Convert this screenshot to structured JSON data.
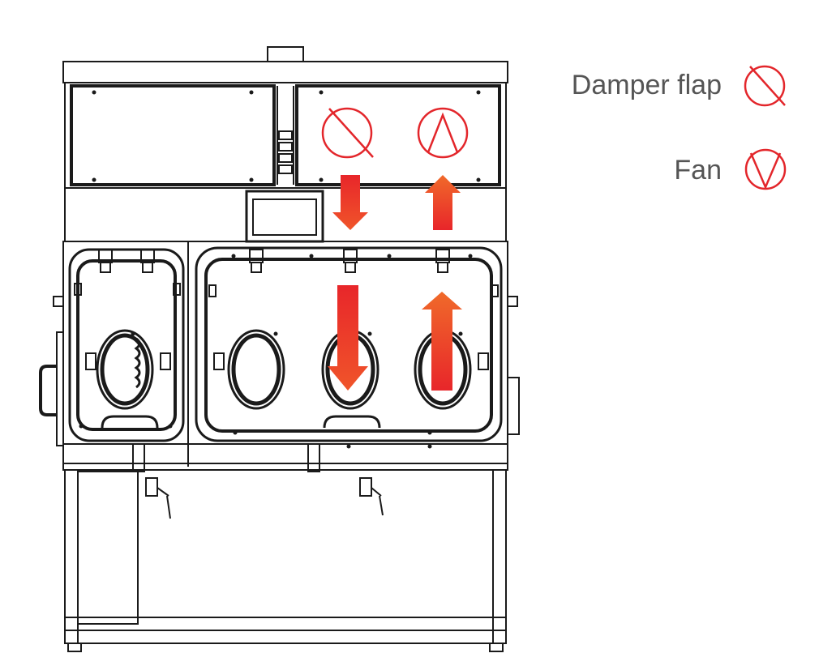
{
  "legend": {
    "items": [
      {
        "label": "Damper flap",
        "icon": "damper-flap-symbol"
      },
      {
        "label": "Fan",
        "icon": "fan-symbol"
      }
    ]
  },
  "colors": {
    "line": "#1a1a1a",
    "accent_red": "#e3262b",
    "arrow_gradient_top": "#e8262a",
    "arrow_gradient_bottom": "#f0552a",
    "legend_text": "#555555"
  },
  "airflow": {
    "arrows": [
      {
        "name": "upper-left-down-arrow",
        "direction": "down"
      },
      {
        "name": "upper-right-up-arrow",
        "direction": "up"
      },
      {
        "name": "chamber-down-arrow",
        "direction": "down"
      },
      {
        "name": "chamber-up-arrow",
        "direction": "up"
      }
    ]
  }
}
